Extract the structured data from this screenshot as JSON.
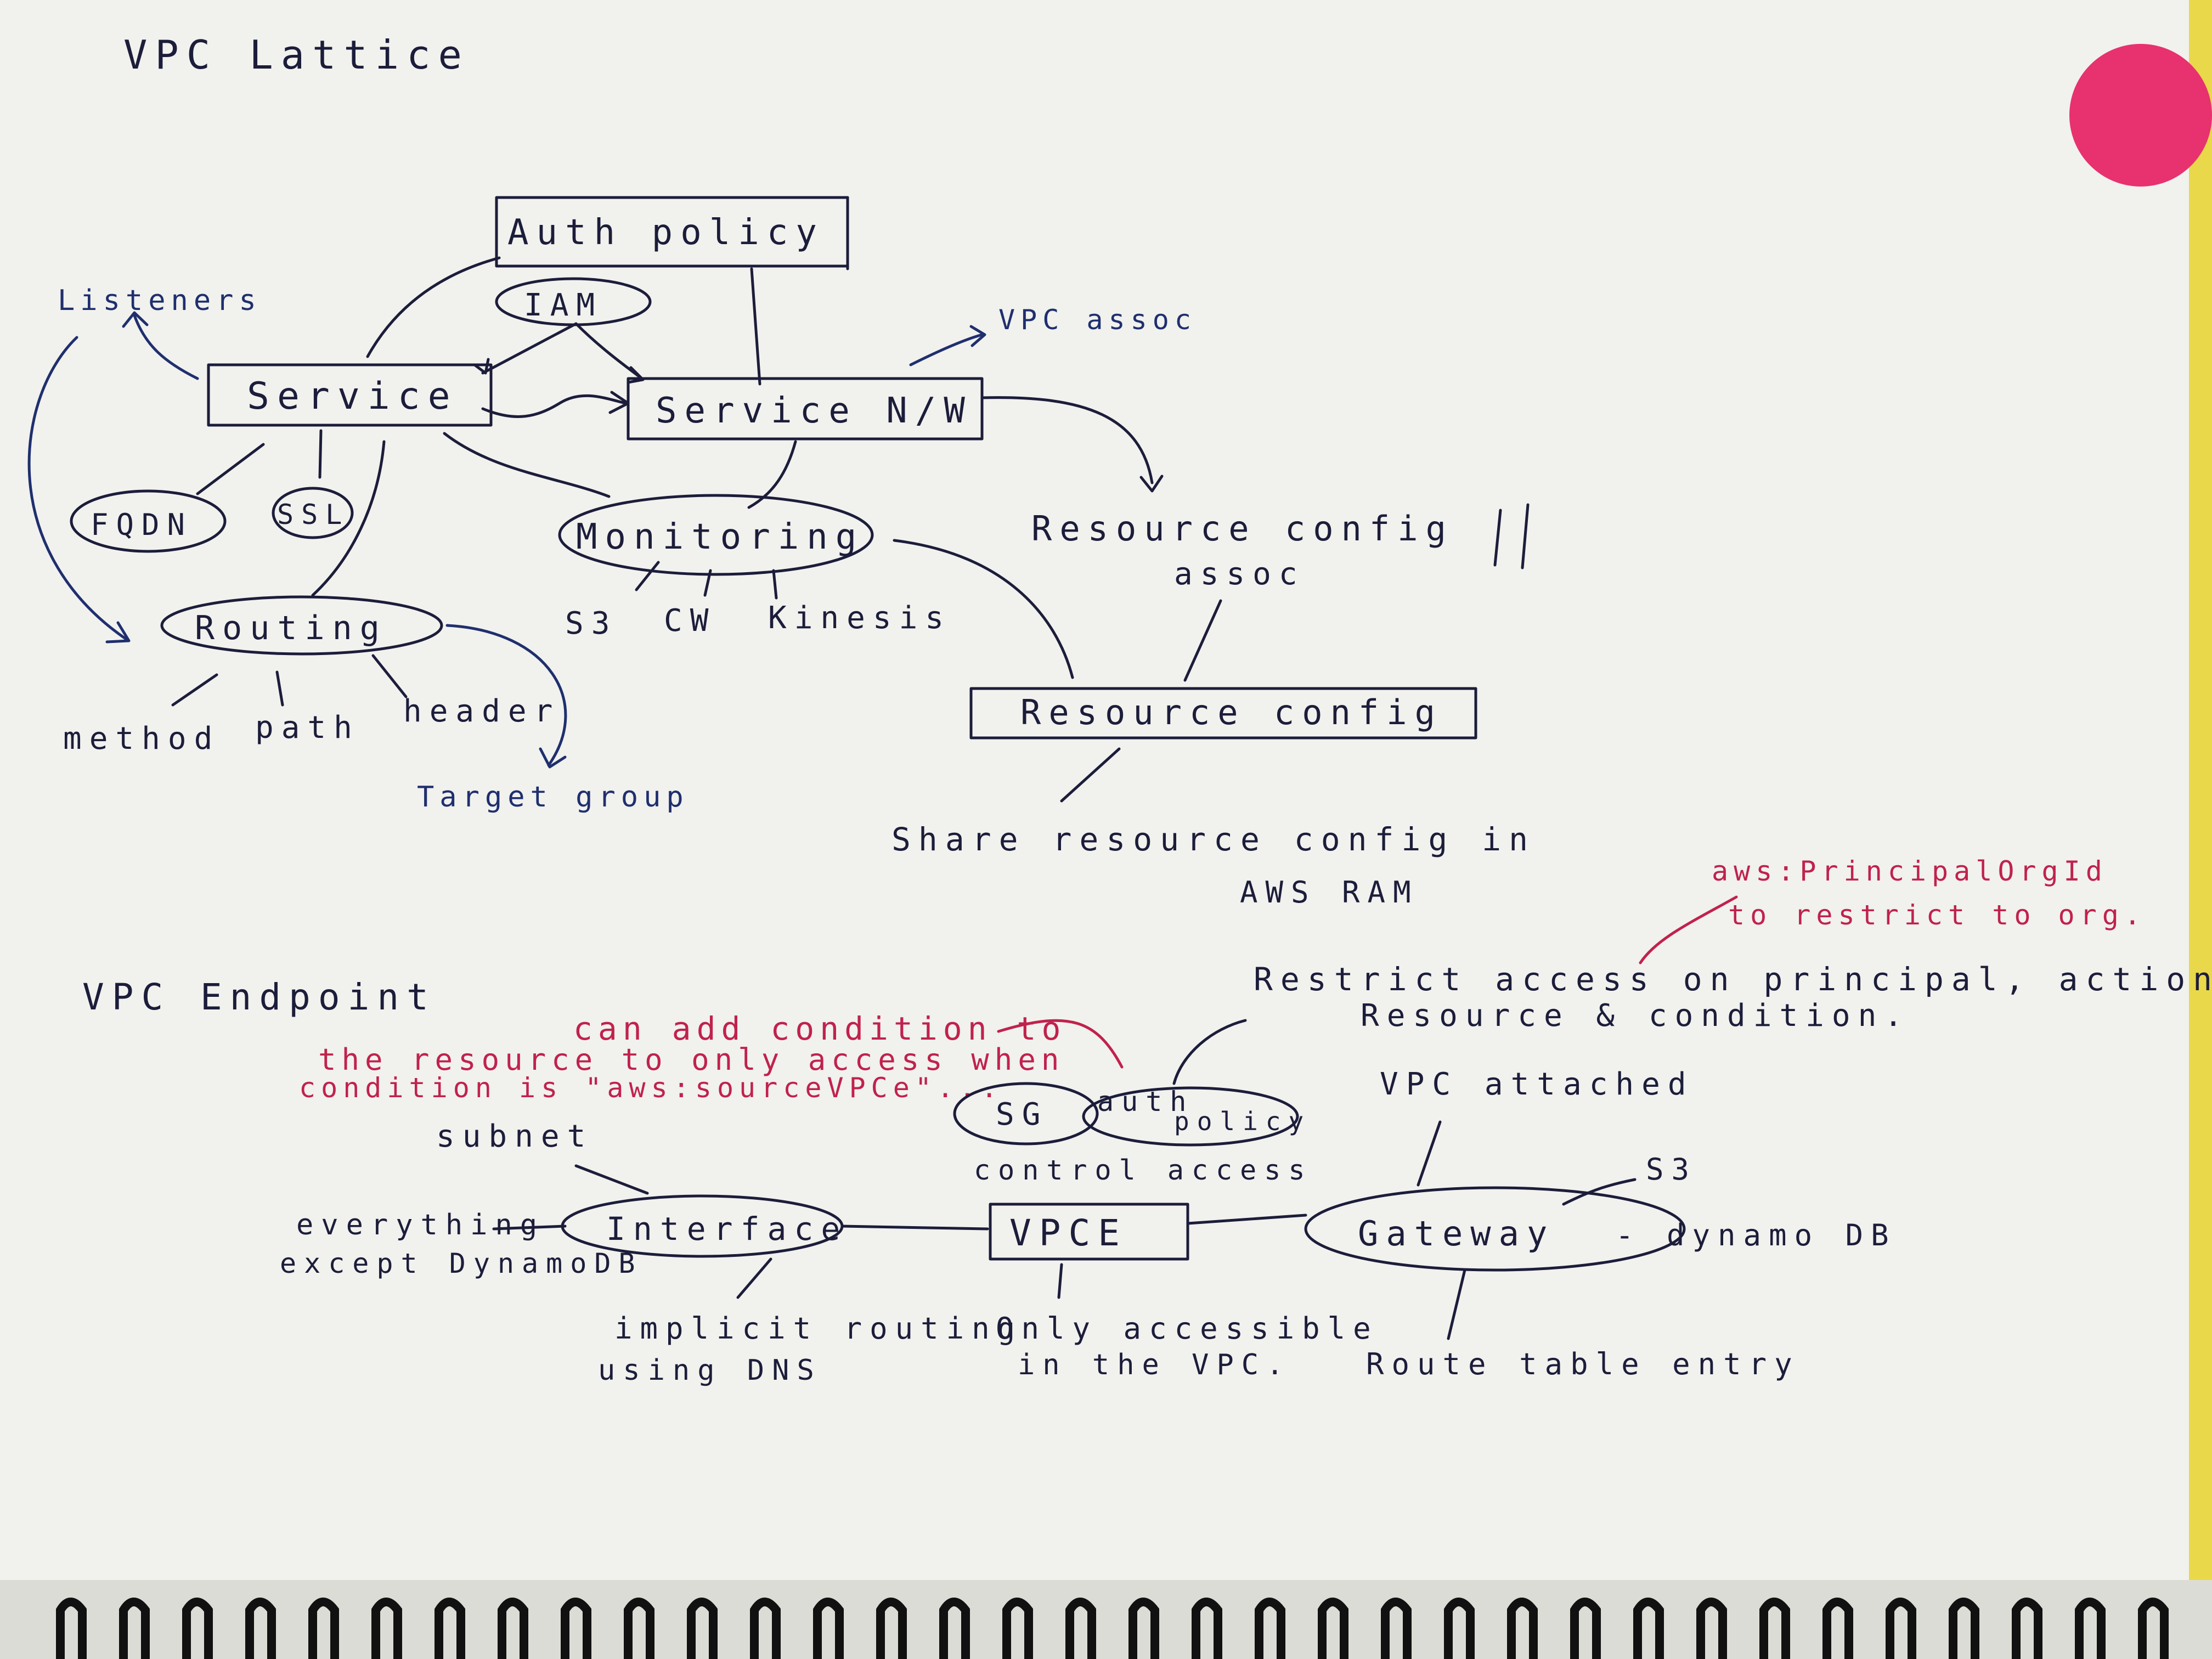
{
  "colors": {
    "paper": "#f1f1ee",
    "ink": "#1c1d3a",
    "ink_blue": "#1f2f6e",
    "ink_red": "#c0224c",
    "sticker": "#e8316f",
    "rings": "#111111",
    "page_edge": "#e9d84a"
  },
  "lattice": {
    "title": "VPC Lattice",
    "auth_policy": "Auth policy",
    "iam": "IAM",
    "listeners": "Listeners",
    "service": "Service",
    "service_network": "Service N/W",
    "vpc_assoc": "VPC assoc",
    "fqdn": "FQDN",
    "ssl": "SSL",
    "monitoring": "Monitoring",
    "s3": "S3",
    "cw": "CW",
    "kinesis": "Kinesis",
    "routing": "Routing",
    "method": "method",
    "path": "path",
    "header": "header",
    "target_group": "Target group",
    "resource_config_assoc_line1": "Resource config",
    "resource_config_assoc_line2": "assoc",
    "resource_config": "Resource config",
    "share_line1": "Share resource config in",
    "share_line2": "AWS RAM"
  },
  "endpoint": {
    "title": "VPC Endpoint",
    "red_note_line1": "can add condition to",
    "red_note_line2": "the resource to only access when",
    "red_note_line3": "condition is \"aws:sourceVPCe\"...",
    "principal_note_line1": "aws:PrincipalOrgId",
    "principal_note_line2": "to restrict to org.",
    "restrict_line1": "Restrict access on principal, action,",
    "restrict_line2": "Resource & condition.",
    "sg": "SG",
    "auth_policy_line1": "auth",
    "auth_policy_line2": "policy",
    "control_access": "control access",
    "subnet": "subnet",
    "everything_line1": "everything",
    "everything_line2": "except DynamoDB",
    "interface": "Interface",
    "vpce": "VPCE",
    "gateway": "Gateway",
    "vpc_attached": "VPC attached",
    "s3": "S3",
    "dynamodb": "- dynamo DB",
    "implicit_line1": "implicit routing",
    "implicit_line2": "using DNS",
    "only_line1": "Only accessible",
    "only_line2": "in the VPC.",
    "route_table": "Route table entry"
  }
}
